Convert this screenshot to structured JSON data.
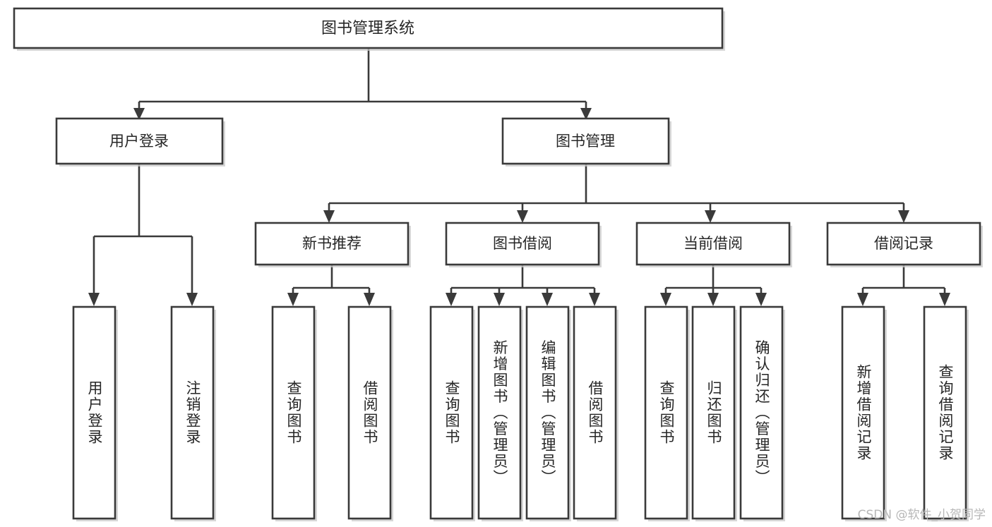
{
  "diagram": {
    "title": "图书管理系统",
    "watermark": "CSDN @软件_小贺同学",
    "colors": {
      "box_stroke": "#3a3a3a",
      "box_fill": "#ffffff",
      "connector": "#3a3a3a",
      "label_text": "#262626",
      "watermark_text": "#b7b7b7",
      "page_background": "#ffffff"
    },
    "root": {
      "label": "图书管理系统"
    },
    "level2": [
      {
        "label": "用户登录"
      },
      {
        "label": "图书管理"
      }
    ],
    "level3": [
      {
        "label": "新书推荐"
      },
      {
        "label": "图书借阅"
      },
      {
        "label": "当前借阅"
      },
      {
        "label": "借阅记录"
      }
    ],
    "leaves": {
      "user_login": [
        {
          "label": "用户登录"
        },
        {
          "label": "注销登录"
        }
      ],
      "new_book_recommend": [
        {
          "label": "查询图书"
        },
        {
          "label": "借阅图书"
        }
      ],
      "book_borrow": [
        {
          "label": "查询图书"
        },
        {
          "label": "新增图书（管理员）"
        },
        {
          "label": "编辑图书（管理员）"
        },
        {
          "label": "借阅图书"
        }
      ],
      "current_borrow": [
        {
          "label": "查询图书"
        },
        {
          "label": "归还图书"
        },
        {
          "label": "确认归还（管理员）"
        }
      ],
      "borrow_record": [
        {
          "label": "新增借阅记录"
        },
        {
          "label": "查询借阅记录"
        }
      ]
    }
  }
}
